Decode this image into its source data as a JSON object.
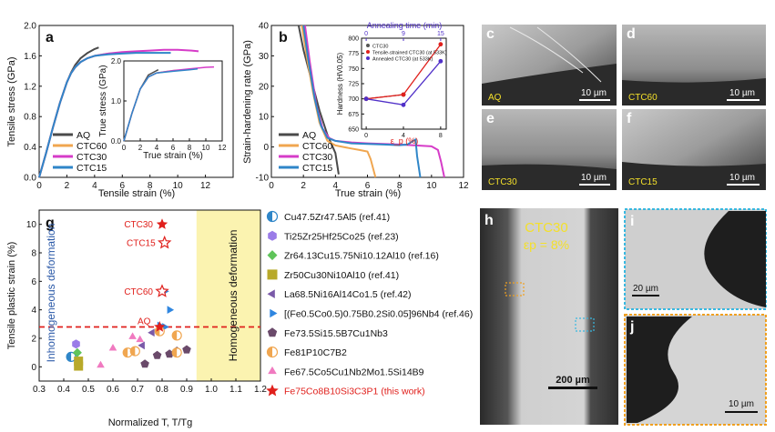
{
  "colors": {
    "AQ": "#4a4a4a",
    "CTC60": "#f0a650",
    "CTC30": "#d63cc8",
    "CTC15": "#2f86c8",
    "red": "#e0201c",
    "sem_label": "#f4e02a",
    "cyan": "#38b8e0",
    "orange_box": "#f0a020"
  },
  "chart_data": [
    {
      "id": "a",
      "type": "line",
      "panel_label": "a",
      "xlabel": "Tensile strain (%)",
      "ylabel": "Tensile stress (GPa)",
      "xlim": [
        0,
        14
      ],
      "ylim": [
        0,
        2.0
      ],
      "xticks": [
        0,
        2,
        4,
        6,
        8,
        10,
        12
      ],
      "yticks": [
        0.0,
        0.4,
        0.8,
        1.2,
        1.6,
        2.0
      ],
      "legend": "bottom-left",
      "series": [
        {
          "name": "AQ",
          "x": [
            0,
            0.5,
            1,
            1.5,
            2,
            2.3,
            2.6,
            3,
            3.5,
            4,
            4.3
          ],
          "y": [
            0,
            0.32,
            0.66,
            0.98,
            1.25,
            1.38,
            1.48,
            1.57,
            1.64,
            1.69,
            1.71
          ]
        },
        {
          "name": "CTC60",
          "x": [
            0,
            0.5,
            1,
            1.5,
            2,
            2.3,
            2.6,
            3,
            3.5,
            4,
            5,
            6,
            7
          ],
          "y": [
            0,
            0.32,
            0.66,
            0.98,
            1.25,
            1.37,
            1.45,
            1.52,
            1.57,
            1.6,
            1.63,
            1.64,
            1.65
          ]
        },
        {
          "name": "CTC30",
          "x": [
            0,
            0.5,
            1,
            1.5,
            2,
            2.3,
            2.6,
            3,
            3.5,
            4,
            5,
            6,
            7,
            8,
            9,
            10,
            11,
            11.5
          ],
          "y": [
            0,
            0.32,
            0.66,
            0.98,
            1.25,
            1.37,
            1.45,
            1.52,
            1.57,
            1.6,
            1.63,
            1.65,
            1.66,
            1.67,
            1.68,
            1.68,
            1.67,
            1.66
          ]
        },
        {
          "name": "CTC15",
          "x": [
            0,
            0.5,
            1,
            1.5,
            2,
            2.3,
            2.6,
            3,
            3.5,
            4,
            5,
            6,
            7,
            8,
            9,
            9.5
          ],
          "y": [
            0,
            0.32,
            0.66,
            0.98,
            1.25,
            1.37,
            1.45,
            1.52,
            1.57,
            1.6,
            1.62,
            1.63,
            1.64,
            1.64,
            1.64,
            1.64
          ]
        }
      ],
      "inset": {
        "xlabel": "True strain (%)",
        "ylabel": "True stress (GPa)",
        "xlim": [
          0,
          12
        ],
        "ylim": [
          0,
          2.0
        ],
        "xticks": [
          0,
          2,
          4,
          6,
          8,
          10,
          12
        ],
        "yticks": [
          0.0,
          1.0,
          2.0
        ],
        "series": [
          {
            "name": "AQ",
            "x": [
              0,
              1,
              2,
              3,
              4,
              4.2
            ],
            "y": [
              0,
              0.7,
              1.3,
              1.65,
              1.76,
              1.78
            ]
          },
          {
            "name": "CTC60",
            "x": [
              0,
              1,
              2,
              3,
              4,
              5,
              6,
              6.5
            ],
            "y": [
              0,
              0.7,
              1.3,
              1.6,
              1.7,
              1.73,
              1.76,
              1.77
            ]
          },
          {
            "name": "CTC30",
            "x": [
              0,
              1,
              2,
              3,
              4,
              6,
              8,
              10,
              11
            ],
            "y": [
              0,
              0.7,
              1.3,
              1.6,
              1.7,
              1.76,
              1.8,
              1.84,
              1.85
            ]
          },
          {
            "name": "CTC15",
            "x": [
              0,
              1,
              2,
              3,
              4,
              6,
              8,
              9
            ],
            "y": [
              0,
              0.7,
              1.3,
              1.6,
              1.7,
              1.74,
              1.78,
              1.8
            ]
          }
        ]
      }
    },
    {
      "id": "b",
      "type": "line",
      "panel_label": "b",
      "xlabel": "True strain (%)",
      "ylabel": "Strain-hardening rate (GPa)",
      "xlim": [
        0,
        12
      ],
      "ylim": [
        -10,
        40
      ],
      "xticks": [
        0,
        2,
        4,
        6,
        8,
        10,
        12
      ],
      "yticks": [
        -10,
        0,
        10,
        20,
        30,
        40
      ],
      "legend": "bottom-left",
      "series": [
        {
          "name": "AQ",
          "x": [
            1.7,
            2,
            2.5,
            3,
            3.5,
            4,
            4.2
          ],
          "y": [
            40,
            32,
            22,
            12,
            4,
            -2,
            -9
          ]
        },
        {
          "name": "CTC60",
          "x": [
            1.9,
            2.2,
            2.6,
            3,
            3.5,
            4,
            4.5,
            5,
            5.5,
            6,
            6.2,
            6.5
          ],
          "y": [
            40,
            30,
            18,
            8,
            2,
            0.5,
            0,
            -0.5,
            -1,
            -1.5,
            -4,
            -10
          ]
        },
        {
          "name": "CTC30",
          "x": [
            2.1,
            2.4,
            2.8,
            3.2,
            3.6,
            4,
            5,
            6,
            7,
            8,
            9,
            10,
            10.4,
            10.6,
            10.8
          ],
          "y": [
            40,
            28,
            14,
            6,
            3,
            2,
            1.5,
            1.2,
            1,
            0.8,
            0.5,
            0.2,
            -1,
            -5,
            -10
          ]
        },
        {
          "name": "CTC15",
          "x": [
            2.0,
            2.3,
            2.7,
            3.1,
            3.5,
            4,
            5,
            6,
            7,
            8,
            8.5,
            9,
            9.1,
            9.3
          ],
          "y": [
            40,
            29,
            16,
            7,
            3,
            2,
            1.2,
            1,
            0.8,
            0.6,
            0.8,
            2.5,
            -3,
            -10
          ]
        }
      ],
      "inset": {
        "xlabel": "ε_p (%)",
        "ylabel": "Hardness (HV0.05)",
        "top_label": "Annealing time (min)",
        "xlim": [
          -0.5,
          8.6
        ],
        "ylim": [
          650,
          800
        ],
        "xticks": [
          0,
          4,
          8
        ],
        "top_ticks": [
          0,
          9,
          15
        ],
        "yticks": [
          650,
          675,
          700,
          725,
          750,
          775,
          800
        ],
        "legend": [
          "CTC30",
          "Tensile-strained CTC30 (at 533K)",
          "Annealed CTC30 (at 533K)"
        ],
        "series": [
          {
            "name": "CTC30",
            "color": "#555555",
            "x": [
              0,
              4
            ],
            "y": [
              700,
              707
            ]
          },
          {
            "name": "Tensile-strained CTC30 (at 533K)",
            "color": "#e0201c",
            "x": [
              0,
              4,
              8
            ],
            "y": [
              700,
              707,
              790
            ]
          },
          {
            "name": "Annealed CTC30 (at 533K)",
            "color": "#5030c8",
            "x": [
              0,
              4,
              8
            ],
            "y": [
              700,
              690,
              762
            ]
          }
        ]
      }
    },
    {
      "id": "g",
      "type": "scatter",
      "panel_label": "g",
      "xlabel": "Normalized T, T/Tg",
      "ylabel": "Tensile plastic strain (%)",
      "xlim": [
        0.3,
        1.2
      ],
      "ylim": [
        -1,
        11
      ],
      "xticks": [
        0.3,
        0.4,
        0.5,
        0.6,
        0.7,
        0.8,
        0.9,
        1.0,
        1.1,
        1.2
      ],
      "yticks": [
        0,
        2,
        4,
        6,
        8,
        10
      ],
      "region_left": "Inhomogeneous deformation",
      "region_right": "Homogeneous deformation",
      "region_start": 0.94,
      "ref_line": {
        "label": "AQ",
        "y": 2.8
      },
      "annotations": [
        {
          "text": "CTC30",
          "x": 0.8,
          "y": 10.0
        },
        {
          "text": "CTC15",
          "x": 0.81,
          "y": 8.7
        },
        {
          "text": "CTC60",
          "x": 0.8,
          "y": 5.3
        }
      ],
      "legend": [
        {
          "text": "Cu47.5Zr47.5Al5 (ref.41)",
          "marker": "half-circle-blue"
        },
        {
          "text": "Ti25Zr25Hf25Co25 (ref.23)",
          "marker": "hexagon-purple"
        },
        {
          "text": "Zr64.13Cu15.75Ni10.12Al10 (ref.16)",
          "marker": "diamond-green"
        },
        {
          "text": "Zr50Cu30Ni10Al10 (ref.41)",
          "marker": "square-olive"
        },
        {
          "text": "La68.5Ni16Al14Co1.5 (ref.42)",
          "marker": "triangle-left-purple"
        },
        {
          "text": "[(Fe0.5Co0.5)0.75B0.2Si0.05]96Nb4 (ref.46)",
          "marker": "triangle-right-blue"
        },
        {
          "text": "Fe73.5Si15.5B7Cu1Nb3",
          "marker": "pentagon-dark"
        },
        {
          "text": "Fe81P10C7B2",
          "marker": "half-circle-orange"
        },
        {
          "text": "Fe67.5Co5Cu1Nb2Mo1.5Si14B9",
          "marker": "triangle-pink"
        },
        {
          "text": "Fe75Co8B10Si3C3P1 (this work)",
          "marker": "star-red"
        }
      ],
      "points": [
        {
          "marker": "half-circle-blue",
          "x": 0.43,
          "y": 0.7
        },
        {
          "marker": "hexagon-purple",
          "x": 0.45,
          "y": 1.6
        },
        {
          "marker": "diamond-green",
          "x": 0.455,
          "y": 1.0
        },
        {
          "marker": "square-olive",
          "x": 0.46,
          "y": 0.05
        },
        {
          "marker": "square-olive",
          "x": 0.46,
          "y": 0.4
        },
        {
          "marker": "triangle-left-purple",
          "x": 0.72,
          "y": 1.5
        },
        {
          "marker": "triangle-left-purple",
          "x": 0.76,
          "y": 2.4
        },
        {
          "marker": "triangle-right-blue",
          "x": 0.79,
          "y": 2.9
        },
        {
          "marker": "triangle-right-blue",
          "x": 0.81,
          "y": 2.8
        },
        {
          "marker": "triangle-right-blue",
          "x": 0.83,
          "y": 4.0
        },
        {
          "marker": "triangle-right-blue",
          "x": 0.81,
          "y": 5.3
        },
        {
          "marker": "pentagon-dark",
          "x": 0.73,
          "y": 0.2
        },
        {
          "marker": "pentagon-dark",
          "x": 0.78,
          "y": 0.8
        },
        {
          "marker": "pentagon-dark",
          "x": 0.83,
          "y": 0.9
        },
        {
          "marker": "pentagon-dark",
          "x": 0.86,
          "y": 1.1
        },
        {
          "marker": "pentagon-dark",
          "x": 0.9,
          "y": 1.2
        },
        {
          "marker": "half-circle-orange",
          "x": 0.66,
          "y": 1.0
        },
        {
          "marker": "half-circle-orange",
          "x": 0.69,
          "y": 1.1
        },
        {
          "marker": "half-circle-orange",
          "x": 0.79,
          "y": 2.5
        },
        {
          "marker": "half-circle-orange",
          "x": 0.86,
          "y": 2.2
        },
        {
          "marker": "half-circle-orange",
          "x": 0.86,
          "y": 1.0
        },
        {
          "marker": "triangle-pink",
          "x": 0.55,
          "y": 0.1
        },
        {
          "marker": "triangle-pink",
          "x": 0.6,
          "y": 1.3
        },
        {
          "marker": "triangle-pink",
          "x": 0.68,
          "y": 2.1
        },
        {
          "marker": "triangle-pink",
          "x": 0.71,
          "y": 1.9
        },
        {
          "marker": "star-red",
          "x": 0.8,
          "y": 10.0
        },
        {
          "marker": "star-red-open",
          "x": 0.81,
          "y": 8.7
        },
        {
          "marker": "star-red-open",
          "x": 0.8,
          "y": 5.3
        },
        {
          "marker": "star-red",
          "x": 0.79,
          "y": 2.8
        }
      ]
    }
  ],
  "micrographs": [
    {
      "label": "c",
      "caption": "AQ",
      "scale": "10 µm"
    },
    {
      "label": "d",
      "caption": "CTC60",
      "scale": "10 µm"
    },
    {
      "label": "e",
      "caption": "CTC30",
      "scale": "10 µm"
    },
    {
      "label": "f",
      "caption": "CTC15",
      "scale": "10 µm"
    },
    {
      "label": "h",
      "caption": "CTC30",
      "subcaption": "εp = 8%",
      "scale": "200 µm"
    },
    {
      "label": "i",
      "caption": "",
      "scale": "20 µm"
    },
    {
      "label": "j",
      "caption": "",
      "scale": "10 µm"
    }
  ]
}
